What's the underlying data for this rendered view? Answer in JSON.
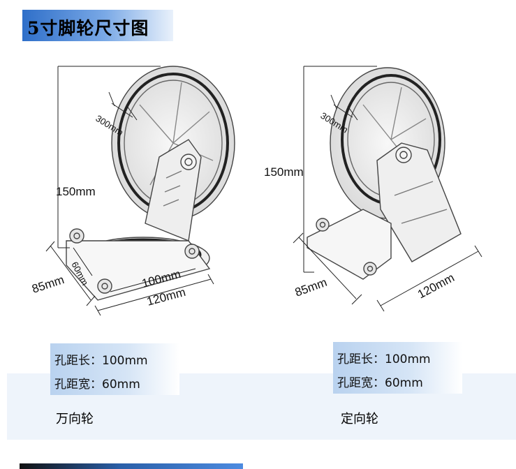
{
  "title": "5寸脚轮尺寸图",
  "swivel": {
    "height": "150mm",
    "wheel_dim": "300mm",
    "base_depth": "85mm",
    "hole_short": "60mm",
    "hole_long": "100mm",
    "base_width": "120mm",
    "spec_hole_length": "孔距长：100mm",
    "spec_hole_width": "孔距宽：60mm",
    "caption": "万向轮"
  },
  "fixed": {
    "height": "150mm",
    "wheel_dim": "300mm",
    "base_depth": "85mm",
    "base_width": "120mm",
    "spec_hole_length": "孔距长：100mm",
    "spec_hole_width": "孔距宽：60mm",
    "caption": "定向轮"
  },
  "colors": {
    "title_blue": "#2f6fc9",
    "spec_box": "#b9d2ef",
    "band": "#eef4fb",
    "sketch": "#444444"
  }
}
